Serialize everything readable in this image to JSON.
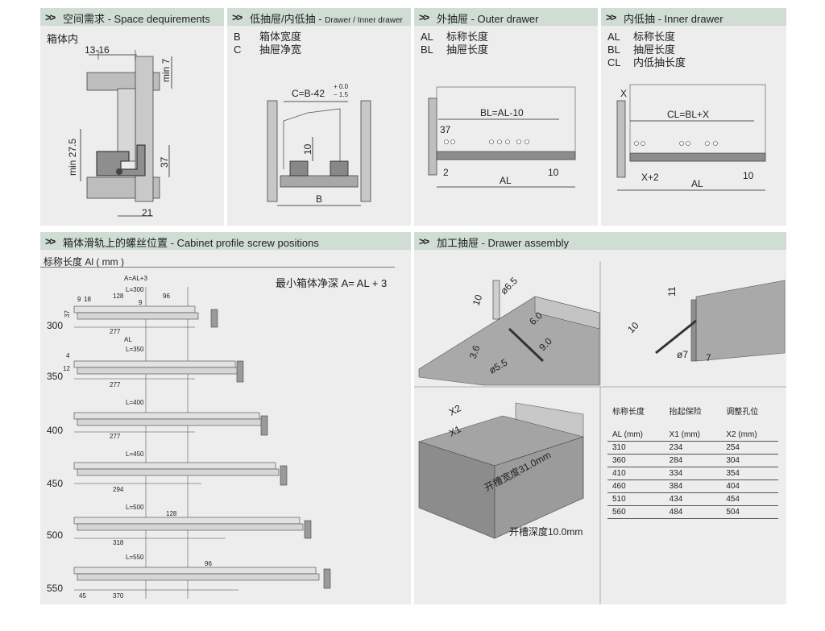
{
  "panels": {
    "space": {
      "title": "空间需求 - Space dequirements",
      "sublabel": "箱体内",
      "dims": {
        "d1": "13-16",
        "d2": "min 7",
        "d3": "min 27.5",
        "d4": "37",
        "d5": "21"
      }
    },
    "low": {
      "title_cn": "低抽屉/内低抽 - ",
      "title_en": "Drawer / Inner drawer",
      "legend": [
        {
          "k": "B",
          "v": "箱体宽度"
        },
        {
          "k": "C",
          "v": "抽屉净宽"
        }
      ],
      "dims": {
        "c": "C=B-42",
        "tol_up": "+ 0.0",
        "tol_dn": "− 1.5",
        "ten": "10",
        "b": "B"
      }
    },
    "outer": {
      "title": "外抽屉 - Outer drawer",
      "legend": [
        {
          "k": "AL",
          "v": "标称长度"
        },
        {
          "k": "BL",
          "v": "抽屉长度"
        }
      ],
      "dims": {
        "bl": "BL=AL-10",
        "d37": "37",
        "d2": "2",
        "d10": "10",
        "al": "AL"
      }
    },
    "inner": {
      "title": "内低抽 - Inner drawer",
      "legend": [
        {
          "k": "AL",
          "v": "标称长度"
        },
        {
          "k": "BL",
          "v": "抽屉长度"
        },
        {
          "k": "CL",
          "v": "内低抽长度"
        }
      ],
      "dims": {
        "x": "X",
        "cl": "CL=BL+X",
        "x2": "X+2",
        "d10": "10",
        "al": "AL"
      }
    },
    "screw": {
      "title": "箱体滑轨上的螺丝位置 - Cabinet profile screw positions",
      "subtitle": "标称长度 Al ( mm )",
      "note": "最小箱体净深 A= AL + 3",
      "rows": [
        {
          "size": "300",
          "len": "L=300",
          "bottom": "277"
        },
        {
          "size": "350",
          "len": "L=350",
          "bottom": "277"
        },
        {
          "size": "400",
          "len": "L=400",
          "bottom": "277"
        },
        {
          "size": "450",
          "len": "L=450",
          "bottom": "294"
        },
        {
          "size": "500",
          "len": "L=500",
          "bottom": "318"
        },
        {
          "size": "550",
          "len": "L=550",
          "bottom": "370"
        }
      ],
      "extra": {
        "a": "A=AL+3",
        "d9": "9",
        "d18": "18",
        "d128": "128",
        "d9b": "9",
        "d96": "96",
        "d37": "37",
        "al": "AL",
        "d4": "4",
        "d12": "12",
        "d128b": "128",
        "d96b": "96",
        "d45": "45"
      }
    },
    "assembly": {
      "title": "加工抽屉 - Drawer assembly",
      "dims": {
        "d10": "10",
        "d65": "ø6.5",
        "d60": "6.0",
        "d90": "9.0",
        "d36": "3.6",
        "d55": "ø5.5",
        "d11": "11",
        "d10b": "10",
        "d8": "ø7",
        "d7": "7",
        "x2": "X2",
        "x1": "X1",
        "groove_w": "开槽宽度31.0mm",
        "groove_d": "开槽深度10.0mm"
      },
      "table": {
        "headers": [
          "标称长度",
          "抬起保险",
          "调整孔位"
        ],
        "units": [
          "AL (mm)",
          "X1 (mm)",
          "X2 (mm)"
        ],
        "rows": [
          [
            "310",
            "234",
            "254"
          ],
          [
            "360",
            "284",
            "304"
          ],
          [
            "410",
            "334",
            "354"
          ],
          [
            "460",
            "384",
            "404"
          ],
          [
            "510",
            "434",
            "454"
          ],
          [
            "560",
            "484",
            "504"
          ]
        ]
      }
    }
  }
}
